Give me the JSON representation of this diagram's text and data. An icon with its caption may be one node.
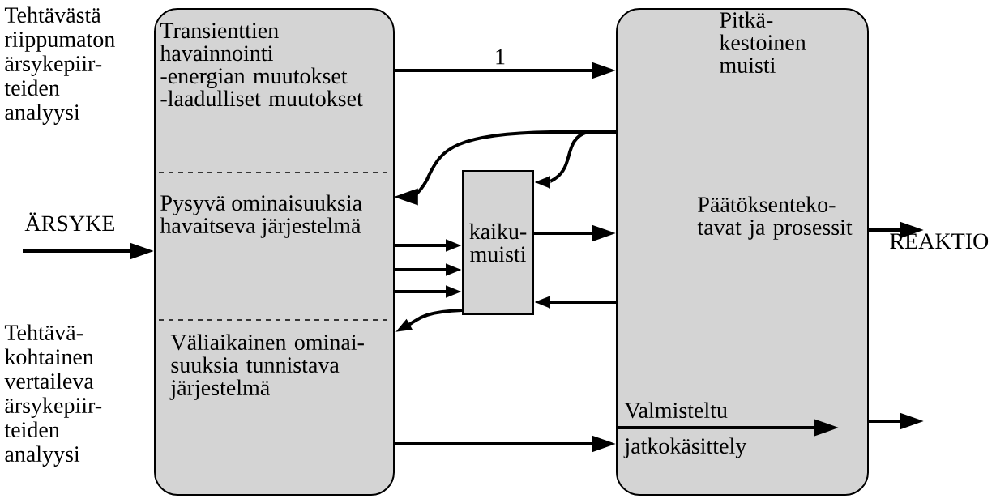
{
  "diagram": {
    "nodes": [
      {
        "text": [],
        "shape": "box"
      },
      {
        "text": [
          "Transienttien havainnointi",
          "-energian muutokset",
          "-laadulliset muutokset"
        ],
        "in": 0
      },
      {
        "text": [
          "Pysyvä ominaisuuksia havaitseva järjestelmä"
        ],
        "in": 0
      },
      {
        "text": [
          "Väliaikainen ominai- suuksia tunnistava järjestelmä"
        ],
        "in": 0
      },
      {
        "text": [
          "kaiku- muisti"
        ]
      },
      {
        "text": [],
        "shape": "box"
      },
      {
        "text": [
          "Pitkä- kestoinen muisti"
        ],
        "in": 5
      },
      {
        "text": [
          "Päätöksenteko- tavat ja prosessit"
        ],
        "in": 5
      },
      {
        "text": [
          "Valmisteltu jatkokäsittely"
        ],
        "in": 5
      },
      {
        "text": [
          "REAKTIO"
        ]
      }
    ],
    "edges": [
      {
        "from": 1,
        "to": 5,
        "arrow": "to",
        "label": "1"
      },
      {
        "from": 5,
        "to": 2,
        "arrow": "to"
      },
      {
        "from": 5,
        "to": 4,
        "arrow": "to"
      },
      {
        "from": 2,
        "to": 4,
        "arrow": "to"
      },
      {
        "from": 2,
        "to": 4,
        "arrow": "to"
      },
      {
        "from": 0,
        "to": 4,
        "arrow": "to"
      },
      {
        "from": 4,
        "to": 5,
        "arrow": "to"
      },
      {
        "from": 5,
        "to": 4,
        "arrow": "to"
      },
      {
        "from": 4,
        "to": 3,
        "arrow": "to"
      },
      {
        "from": 3,
        "to": 5,
        "arrow": "to"
      },
      {
        "from": null,
        "to": 0,
        "arrow": "to"
      },
      {
        "from": 5,
        "to": 9,
        "arrow": "to"
      },
      {
        "from": 5,
        "to": null,
        "arrow": "to"
      },
      {
        "from": 5,
        "to": null,
        "arrow": "to"
      }
    ],
    "labels": [
      "Tehtävästä riippumaton ärsykepiir- teiden analyysi",
      "ÄRSYKE",
      "Tehtävä- kohtainen vertaileva ärsykepiir- teiden analyysi"
    ]
  }
}
